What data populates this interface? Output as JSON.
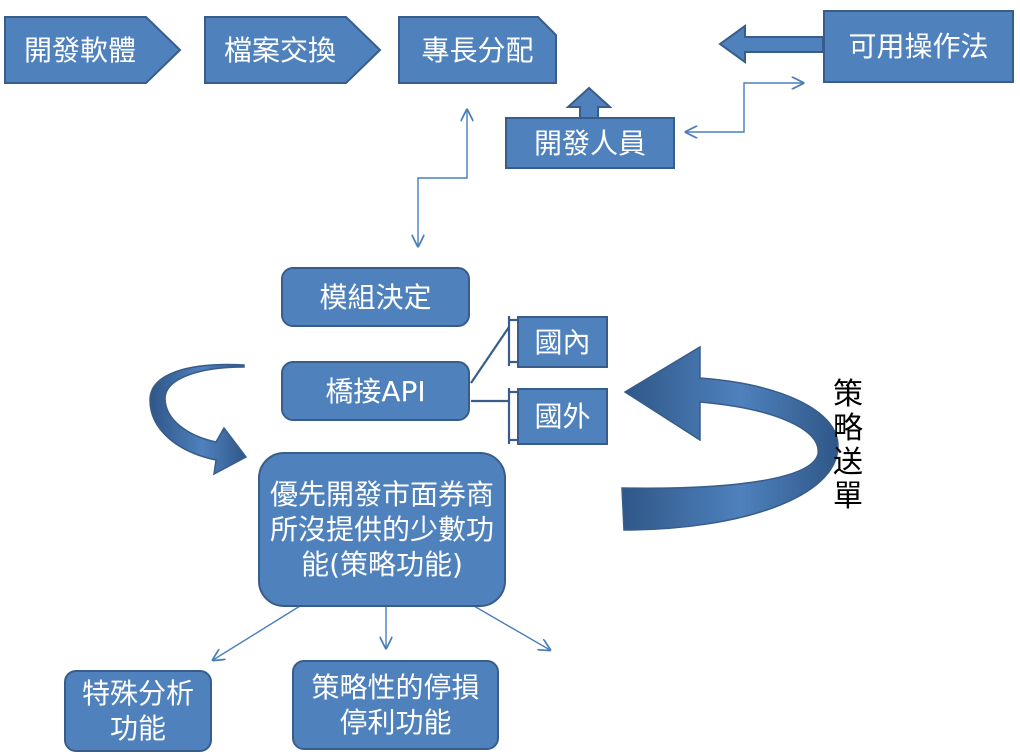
{
  "nodes": {
    "dev_software": "開發軟體",
    "file_exchange": "檔案交換",
    "expertise": "專長分配",
    "usable_method": "可用操作法",
    "developers": "開發人員",
    "module_decision": "模組決定",
    "bridge_api": "橋接API",
    "domestic": "國內",
    "foreign": "國外",
    "priority_dev": "優先開發市面券商所沒提供的少數功能(策略功能)",
    "special_analysis": "特殊分析功能",
    "stop_loss": "策略性的停損停利功能"
  },
  "labels": {
    "strategy_order": "策略送單"
  },
  "colors": {
    "fill": "#4f81bd",
    "border": "#385d8a",
    "arrow_fill": "#4a7ebb",
    "arrow_dark": "#2c4d75",
    "connector": "#4a7ebb",
    "text": "#ffffff"
  }
}
